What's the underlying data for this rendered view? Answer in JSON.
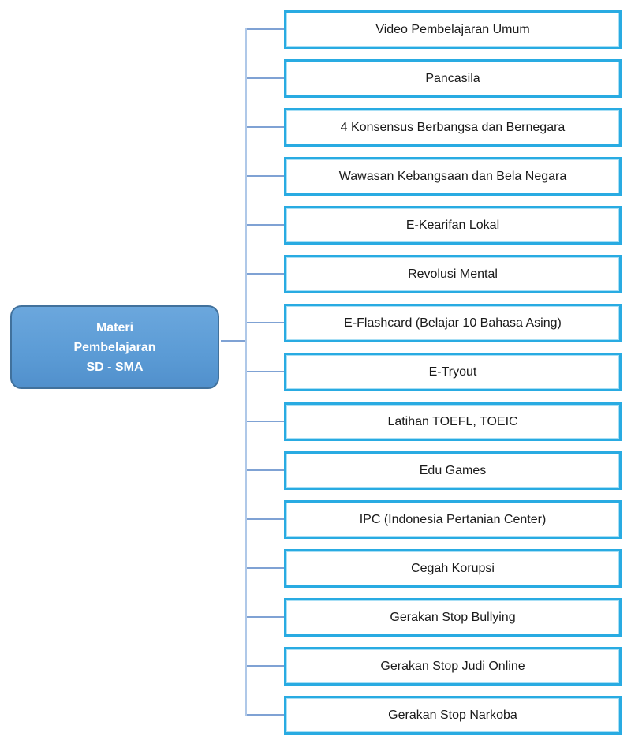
{
  "diagram": {
    "root": {
      "label": "Materi\nPembelajaran\nSD - SMA"
    },
    "items": [
      "Video Pembelajaran Umum",
      "Pancasila",
      "4 Konsensus Berbangsa dan Bernegara",
      "Wawasan Kebangsaan dan Bela Negara",
      "E-Kearifan Lokal",
      "Revolusi Mental",
      "E-Flashcard (Belajar 10 Bahasa Asing)",
      "E-Tryout",
      "Latihan TOEFL, TOEIC",
      "Edu Games",
      "IPC (Indonesia Pertanian Center)",
      "Cegah Korupsi",
      "Gerakan Stop Bullying",
      "Gerakan Stop Judi Online",
      "Gerakan Stop Narkoba"
    ],
    "colors": {
      "root_fill": "#5B9BD5",
      "root_fill_light": "#6BA7DD",
      "root_fill_dark": "#5190CC",
      "root_border": "#41719C",
      "root_text": "#FFFFFF",
      "item_border": "#29ABE2",
      "item_border_inner": "#A8DFF5",
      "item_text": "#1A1A1A",
      "connector_trunk": "#AFC8E8",
      "connector_branch": "#7FA2D4"
    }
  }
}
